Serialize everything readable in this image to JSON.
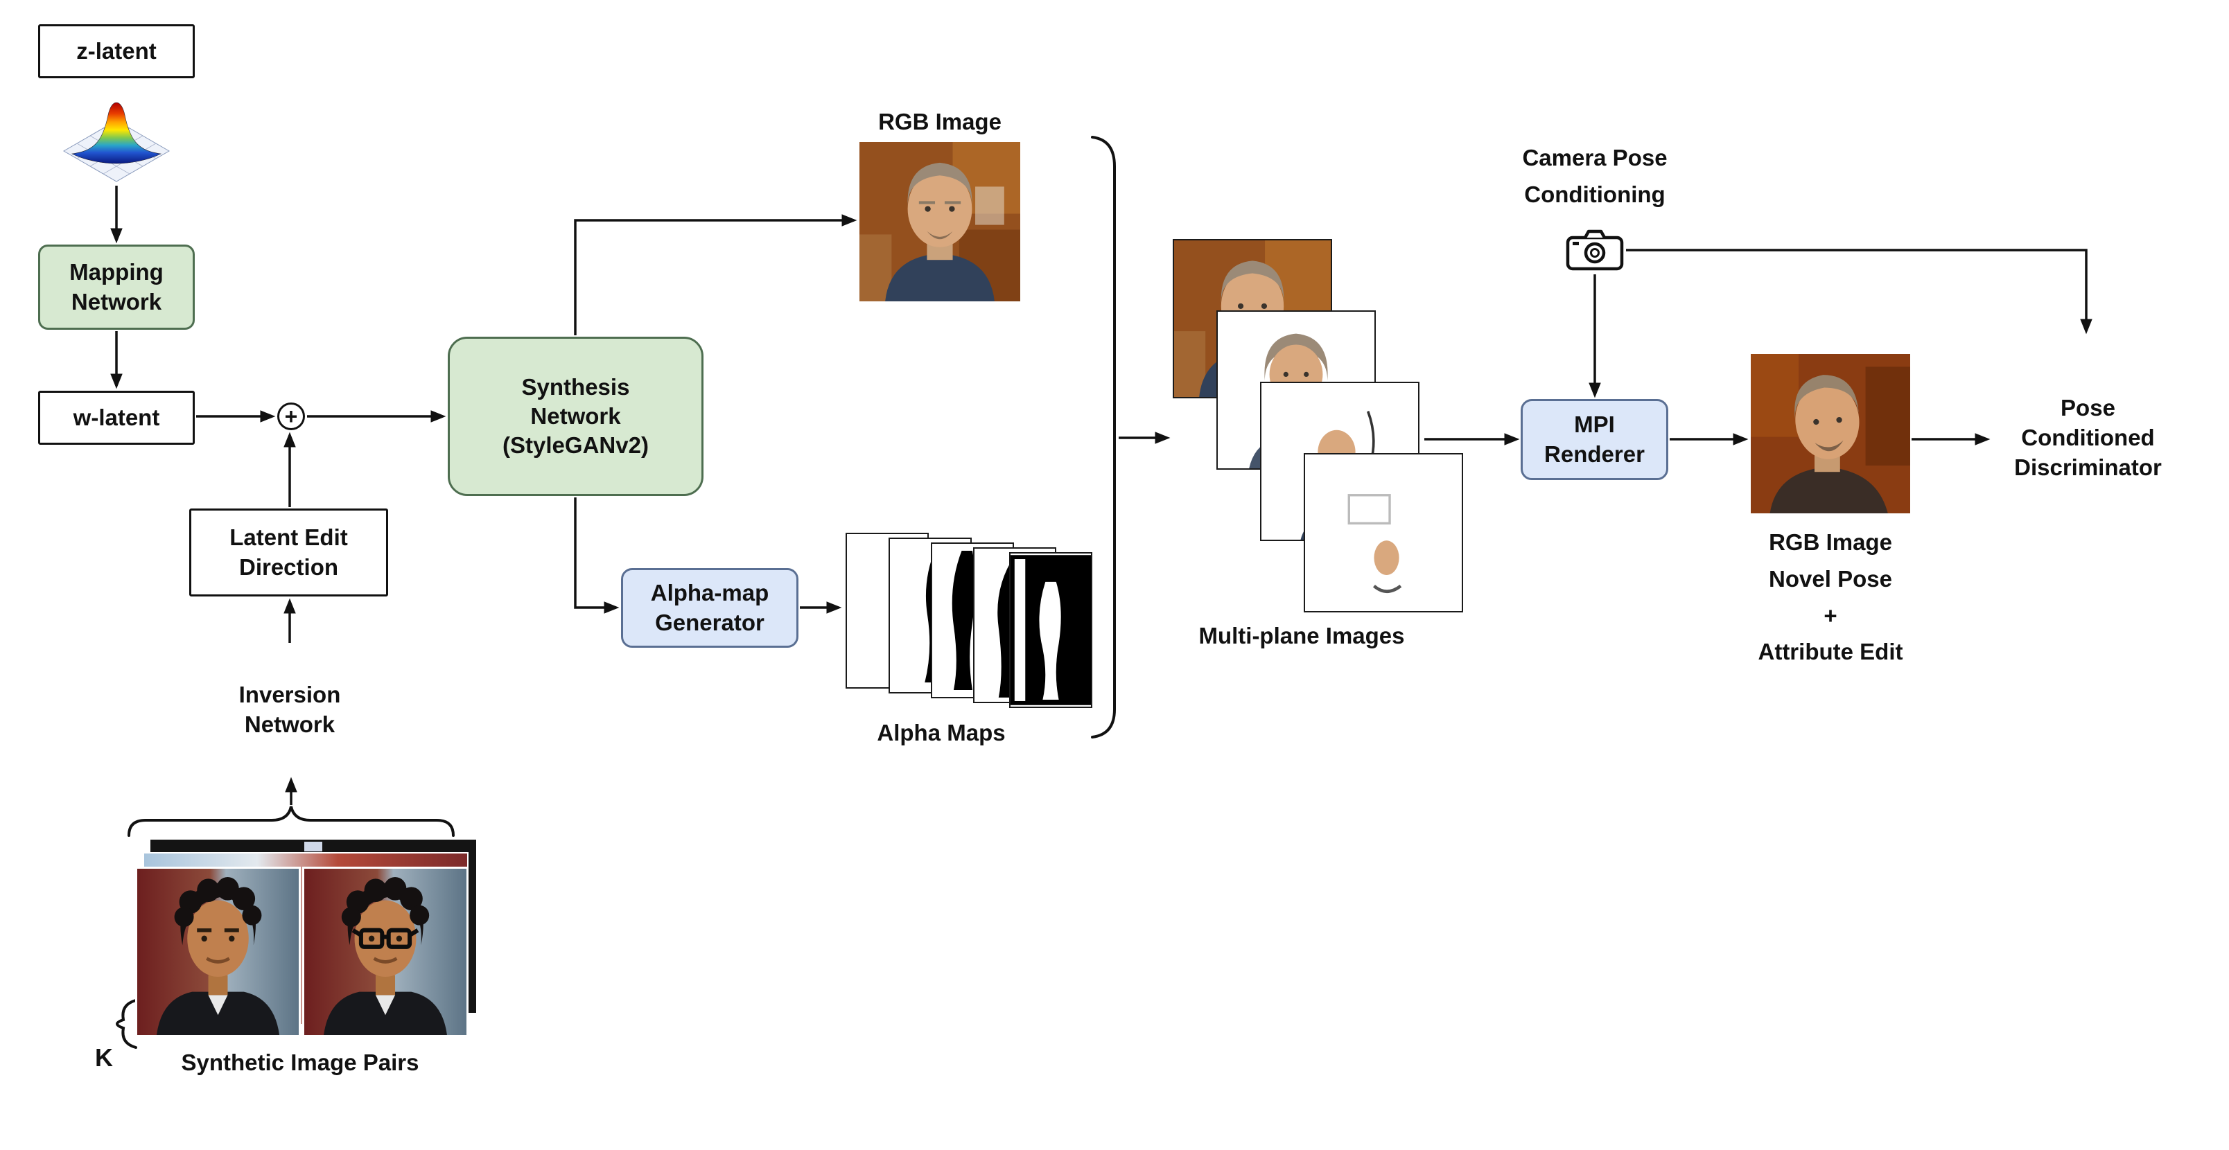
{
  "colors": {
    "background": "#ffffff",
    "line": "#111111",
    "text": "#111111",
    "green_box_fill": "#d7e9d1",
    "green_box_border": "#4e6e50",
    "blue_box_fill": "#dce7f9",
    "blue_box_border": "#5a6f93",
    "trapezoid_fill": "#cfe1f1",
    "trapezoid_border": "#47576e",
    "white_box_border": "#111111"
  },
  "nodes": {
    "z_latent": "z-latent",
    "mapping_network": "Mapping\nNetwork",
    "w_latent": "w-latent",
    "plus_operator": "+",
    "synthesis_network": "Synthesis\nNetwork\n(StyleGANv2)",
    "alpha_map_generator": "Alpha-map\nGenerator",
    "latent_edit_direction": "Latent Edit\nDirection",
    "inversion_network": "Inversion\nNetwork",
    "mpi_renderer": "MPI\nRenderer",
    "pose_conditioned_discriminator": "Pose\nConditioned\nDiscriminator"
  },
  "captions": {
    "rgb_image": "RGB Image",
    "alpha_maps": "Alpha Maps",
    "multi_plane_images": "Multi-plane Images",
    "camera_pose_conditioning": "Camera Pose\nConditioning",
    "rgb_novel_pose": "RGB Image\nNovel Pose\n+\nAttribute Edit",
    "synthetic_image_pairs": "Synthetic Image Pairs",
    "stack_count": "K"
  }
}
